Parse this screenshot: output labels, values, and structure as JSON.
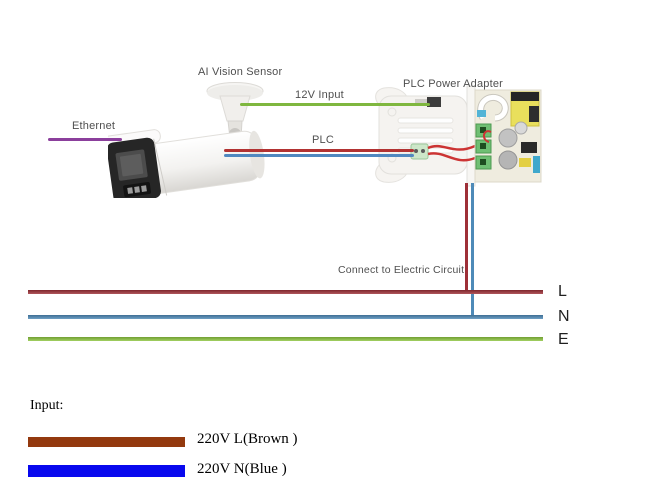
{
  "diagram": {
    "labels": {
      "camera": "AI Vision Sensor",
      "power_input": "12V Input",
      "adapter": "PLC Power Adapter",
      "ethernet": "Ethernet",
      "plc": "PLC",
      "connect_circuit": "Connect to Electric Circuit"
    },
    "wires": {
      "ethernet": "#8b3f9c",
      "power12v": "#7fb73f",
      "plc_red": "#b23232",
      "plc_blue": "#5088c0",
      "live_drop": "#9e3038",
      "neutral_drop": "#4e8ab8"
    },
    "bus_lines": [
      {
        "label": "L",
        "color": "#9e3038"
      },
      {
        "label": "N",
        "color": "#4e8ab8"
      },
      {
        "label": "E",
        "color": "#8dc63f"
      }
    ]
  },
  "legend": {
    "title": "Input:",
    "items": [
      {
        "label": "220V L(Brown )",
        "color": "#93390e"
      },
      {
        "label": "220V N(Blue )",
        "color": "#0808ee"
      }
    ]
  }
}
